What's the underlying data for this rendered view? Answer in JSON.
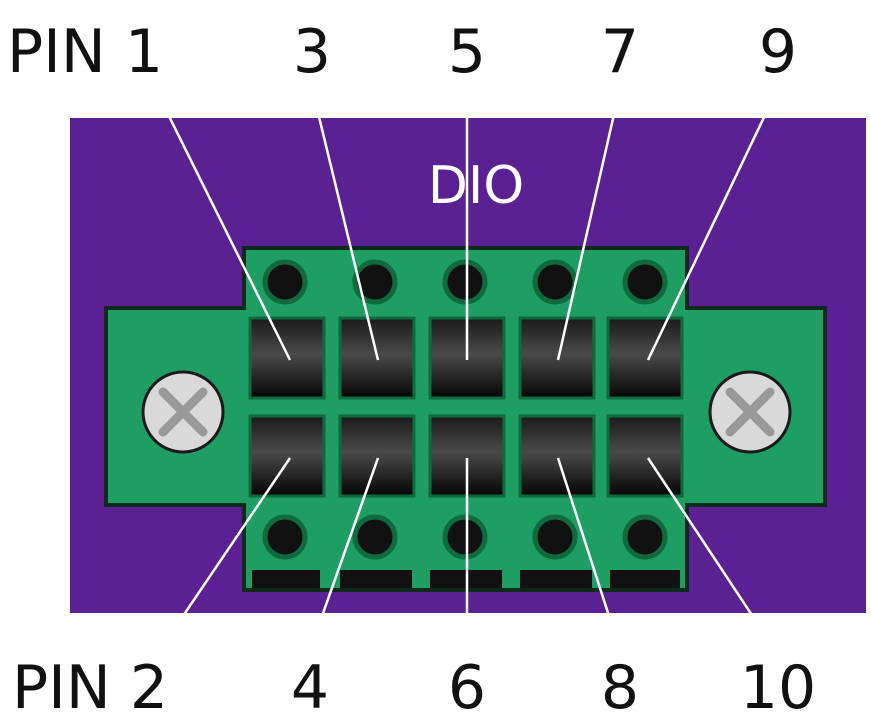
{
  "board_label": "DIO",
  "top_labels": [
    "PIN 1",
    "3",
    "5",
    "7",
    "9"
  ],
  "bottom_labels": [
    "PIN 2",
    "4",
    "6",
    "8",
    "10"
  ],
  "colors": {
    "board": "#5b2193",
    "connector": "#1e9e63",
    "connector_dark": "#0f6b3e",
    "screw": "#d9d9d9",
    "screw_mark": "#999999",
    "leader": "#ffffff",
    "text": "#111111"
  }
}
